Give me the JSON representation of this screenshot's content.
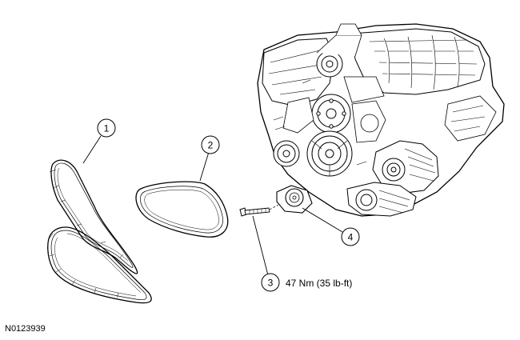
{
  "callouts": [
    {
      "number": "1"
    },
    {
      "number": "2"
    },
    {
      "number": "3"
    },
    {
      "number": "4"
    }
  ],
  "torque_spec": "47 Nm (35 lb-ft)",
  "figure_id": "N0123939"
}
